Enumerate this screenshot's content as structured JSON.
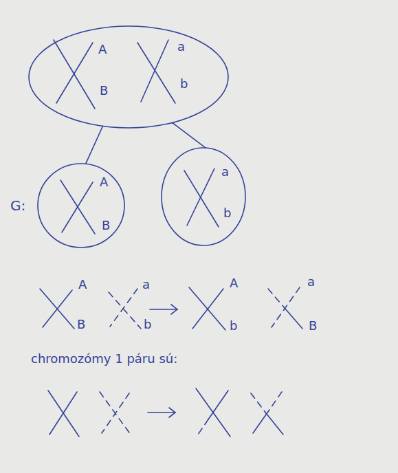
{
  "diagram": {
    "nodes": [
      {
        "text": [
          "A",
          "B",
          "a",
          "b"
        ]
      },
      {
        "text": [
          "A",
          "B"
        ]
      },
      {
        "text": [
          "a",
          "b"
        ]
      }
    ],
    "edges": [
      {
        "from": 0,
        "to": 1,
        "arrow": "none"
      },
      {
        "from": 0,
        "to": 2,
        "arrow": "none"
      }
    ],
    "labels": [
      "G:",
      "A",
      "B",
      "a",
      "b",
      "A",
      "b",
      "a",
      "B",
      "chromozómy 1 páru sú:"
    ]
  }
}
